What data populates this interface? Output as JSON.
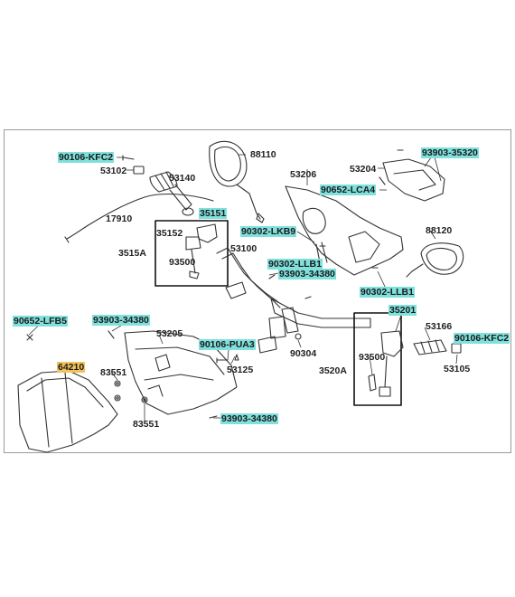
{
  "colors": {
    "highlight": "#7fe0dc",
    "highlight_selected": "#f2c25b",
    "line": "#333333",
    "frame": "#9a9a9a"
  },
  "parts": [
    {
      "id": "p90106kfc2a",
      "text": "90106-KFC2",
      "style": "hl"
    },
    {
      "id": "p53102",
      "text": "53102",
      "style": "num"
    },
    {
      "id": "p53140",
      "text": "53140",
      "style": "num"
    },
    {
      "id": "p88110",
      "text": "88110",
      "style": "num"
    },
    {
      "id": "p17910",
      "text": "17910",
      "style": "num"
    },
    {
      "id": "p35151",
      "text": "35151",
      "style": "hl"
    },
    {
      "id": "p35152",
      "text": "35152",
      "style": "num"
    },
    {
      "id": "p3515a",
      "text": "3515A",
      "style": "num"
    },
    {
      "id": "p93500a",
      "text": "93500",
      "style": "num"
    },
    {
      "id": "p53100",
      "text": "53100",
      "style": "num"
    },
    {
      "id": "p53206",
      "text": "53206",
      "style": "num"
    },
    {
      "id": "p53204",
      "text": "53204",
      "style": "num"
    },
    {
      "id": "p9390335320",
      "text": "93903-35320",
      "style": "hl"
    },
    {
      "id": "p90652lca4",
      "text": "90652-LCA4",
      "style": "hl"
    },
    {
      "id": "p90302lkb9",
      "text": "90302-LKB9",
      "style": "hl"
    },
    {
      "id": "p88120",
      "text": "88120",
      "style": "num"
    },
    {
      "id": "p90302llb1a",
      "text": "90302-LLB1",
      "style": "hl"
    },
    {
      "id": "p9390334380a",
      "text": "93903-34380",
      "style": "hl"
    },
    {
      "id": "p90302llb1b",
      "text": "90302-LLB1",
      "style": "hl"
    },
    {
      "id": "p90652lfb5",
      "text": "90652-LFB5",
      "style": "hl"
    },
    {
      "id": "p9390334380b",
      "text": "93903-34380",
      "style": "hl"
    },
    {
      "id": "p53205",
      "text": "53205",
      "style": "num"
    },
    {
      "id": "p90106pua3",
      "text": "90106-PUA3",
      "style": "hl"
    },
    {
      "id": "p35201",
      "text": "35201",
      "style": "hl"
    },
    {
      "id": "p53166",
      "text": "53166",
      "style": "num"
    },
    {
      "id": "p90106kfc2b",
      "text": "90106-KFC2",
      "style": "hl"
    },
    {
      "id": "p64210",
      "text": "64210",
      "style": "hl-o"
    },
    {
      "id": "p83551a",
      "text": "83551",
      "style": "num"
    },
    {
      "id": "p53125",
      "text": "53125",
      "style": "num"
    },
    {
      "id": "p90304",
      "text": "90304",
      "style": "num"
    },
    {
      "id": "p93500b",
      "text": "93500",
      "style": "num"
    },
    {
      "id": "p3520a",
      "text": "3520A",
      "style": "num"
    },
    {
      "id": "p53105",
      "text": "53105",
      "style": "num"
    },
    {
      "id": "p83551b",
      "text": "83551",
      "style": "num"
    },
    {
      "id": "p9390334380c",
      "text": "93903-34380",
      "style": "hl"
    }
  ]
}
